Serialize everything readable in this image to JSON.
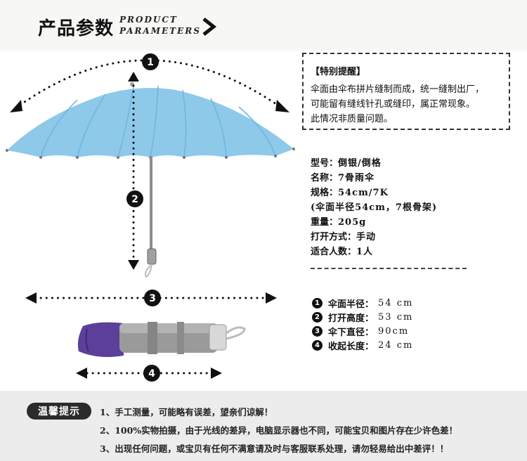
{
  "header": {
    "title_cn": "产品参数",
    "title_en_line1": "PRODUCT",
    "title_en_line2": "PARAMETERS"
  },
  "figure": {
    "markers": [
      "1",
      "2",
      "3",
      "4"
    ]
  },
  "notice": {
    "title": "【特别提醒】",
    "lines": [
      "伞面由伞布拼片缝制而成，统一缝制出厂，",
      "可能留有缝线针孔或缝印，属正常现象。",
      "此情况非质量问题。"
    ]
  },
  "spec": {
    "rows": [
      {
        "key": "型号：",
        "value": "倒银/倒格"
      },
      {
        "key": "名称：",
        "value": "7骨雨伞"
      },
      {
        "key": "规格：",
        "value": "54cm/7K"
      },
      {
        "key": "",
        "value": "(伞面半径54cm，7根骨架)"
      },
      {
        "key": "重量：",
        "value": "205g"
      },
      {
        "key": "打开方式：",
        "value": "手动"
      },
      {
        "key": "适合人数：",
        "value": "1人"
      }
    ]
  },
  "dims": {
    "rows": [
      {
        "num": "1",
        "label": "伞面半径：",
        "value": "54 cm"
      },
      {
        "num": "2",
        "label": "打开高度：",
        "value": "53 cm"
      },
      {
        "num": "3",
        "label": "伞下直径：",
        "value": "90cm"
      },
      {
        "num": "4",
        "label": "收起长度：",
        "value": "24 cm"
      }
    ]
  },
  "footer": {
    "badge": "温馨提示",
    "tips": [
      "1、手工测量，可能略有误差，望亲们谅解！",
      "2、100%实物拍摄，由于光线的差异，电脑显示器也不同，可能宝贝和图片存在少许色差！",
      "3、出现任何问题，或宝贝有任何不满意请及时与客服联系处理，请勿轻易给出中差评！！"
    ]
  },
  "colors": {
    "canopy": "#8ec9ea",
    "canopy_shade": "#6fb4dd",
    "folded_cover": "#9a9a9a",
    "folded_canopy": "#5b3f9a",
    "footer_bg": "#ececec"
  }
}
